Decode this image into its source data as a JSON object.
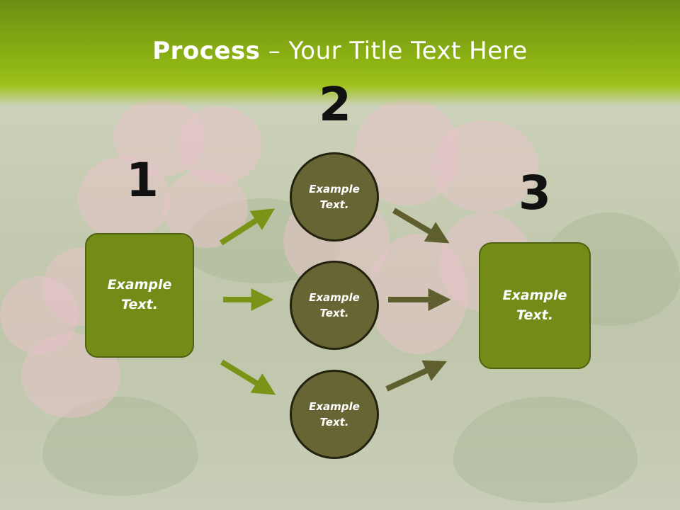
{
  "slide": {
    "title_bold": "Process",
    "title_rest": " – Your Title Text Here",
    "steps": [
      {
        "number": "1",
        "text": "Example Text."
      },
      {
        "number": "2",
        "items": [
          "Example Text.",
          "Example Text.",
          "Example Text."
        ]
      },
      {
        "number": "3",
        "text": "Example Text."
      }
    ]
  },
  "colors": {
    "header_green": "#8bb114",
    "box_green": "#738c18",
    "circle_olive": "#676533",
    "arrow_green": "#7a9418",
    "arrow_olive": "#5e5e2e"
  }
}
